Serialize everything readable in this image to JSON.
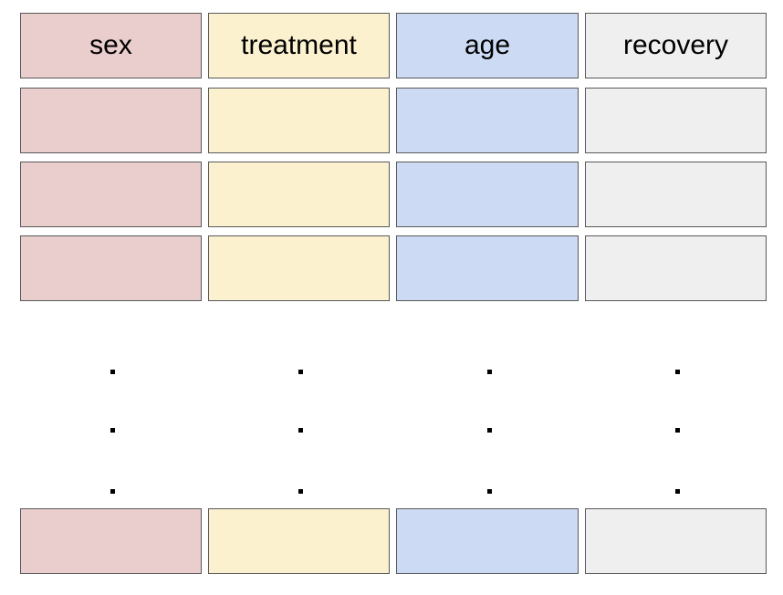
{
  "columns": [
    {
      "label": "sex",
      "color": "#eacdcd"
    },
    {
      "label": "treatment",
      "color": "#fcf1cf"
    },
    {
      "label": "age",
      "color": "#ccdbf3"
    },
    {
      "label": "recovery",
      "color": "#efefef"
    }
  ]
}
